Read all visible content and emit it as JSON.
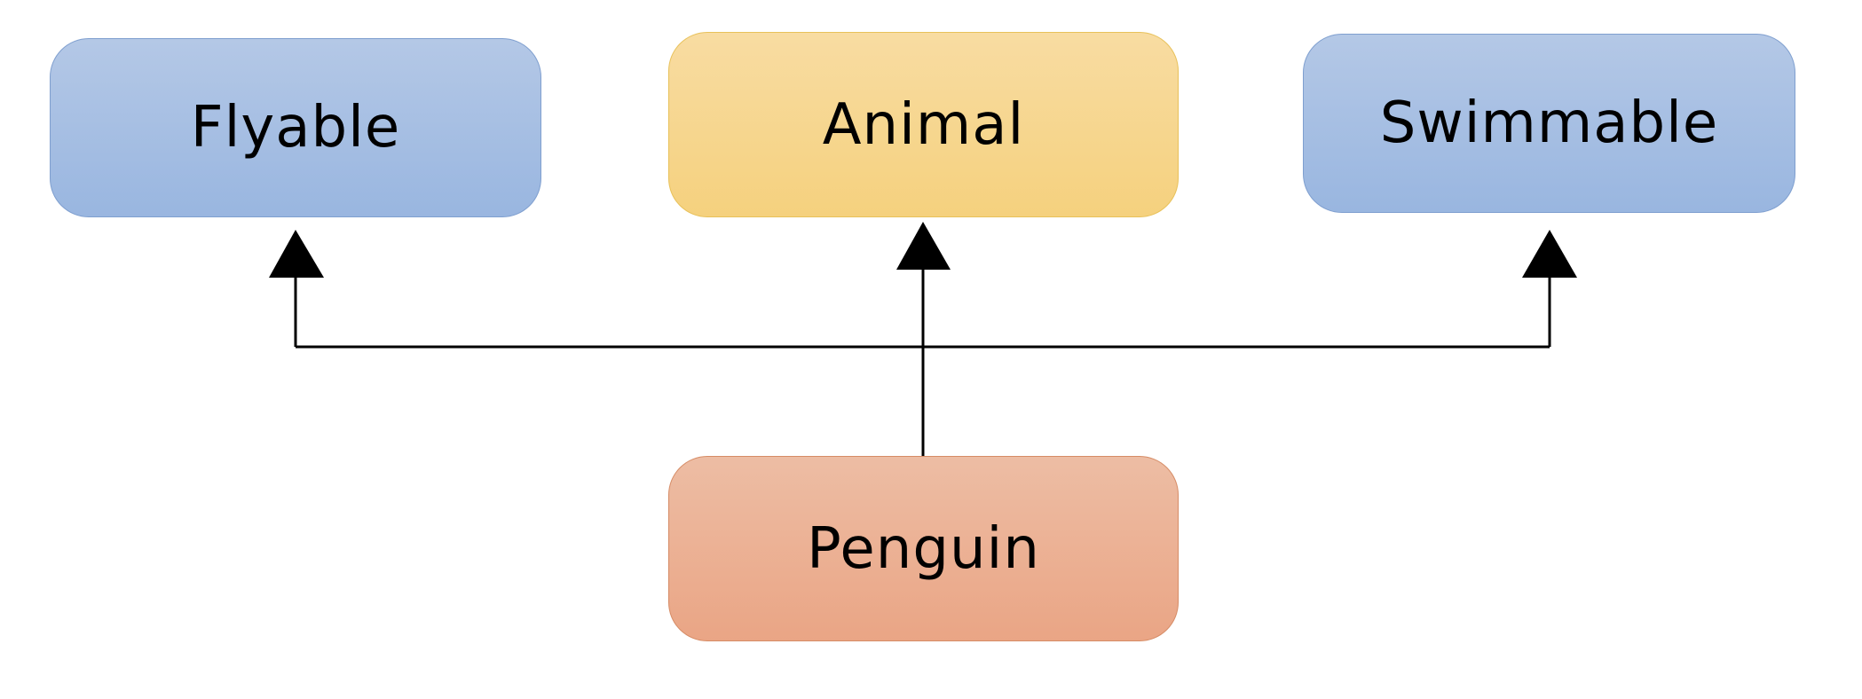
{
  "diagram": {
    "type": "inheritance",
    "nodes": {
      "flyable": {
        "label": "Flyable",
        "fill": "#a9c0e4"
      },
      "animal": {
        "label": "Animal",
        "fill": "#f7d58e"
      },
      "swimmable": {
        "label": "Swimmable",
        "fill": "#a9c0e4"
      },
      "penguin": {
        "label": "Penguin",
        "fill": "#ecb094"
      }
    },
    "edges": [
      {
        "from": "Penguin",
        "to": "Flyable",
        "arrowhead": "filled-triangle"
      },
      {
        "from": "Penguin",
        "to": "Animal",
        "arrowhead": "filled-triangle"
      },
      {
        "from": "Penguin",
        "to": "Swimmable",
        "arrowhead": "filled-triangle"
      }
    ],
    "line_color": "#000000"
  }
}
